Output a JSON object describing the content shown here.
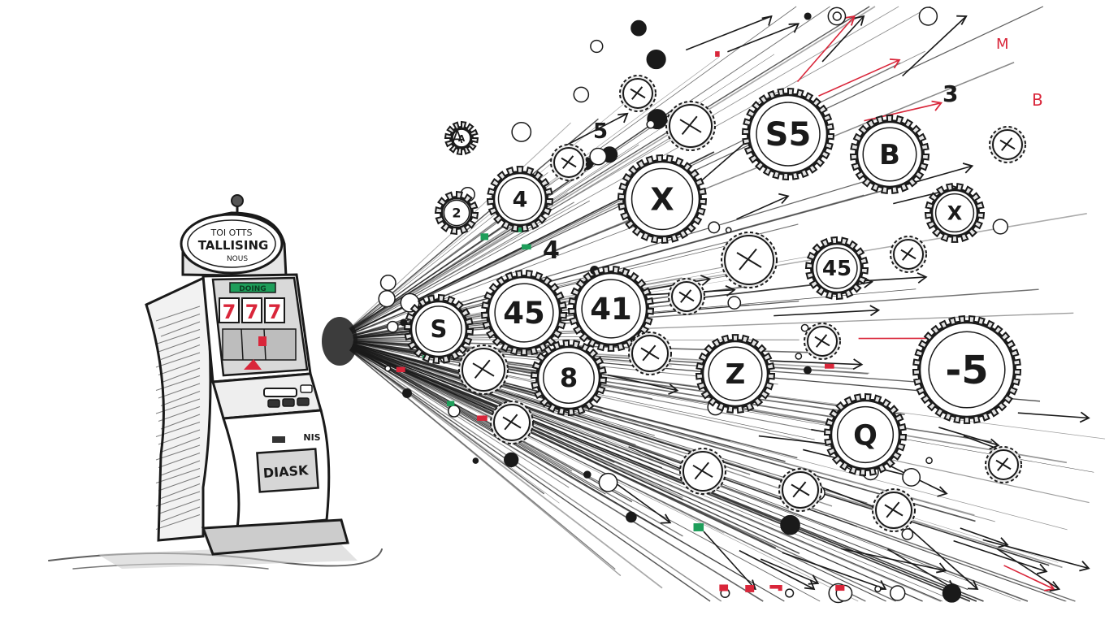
{
  "machine": {
    "top_sign_line1": "TOI OTTS",
    "top_sign_line2": "TALLISING",
    "top_sign_line3": "NOUS",
    "display_label": "DOING",
    "reels": [
      "7",
      "7",
      "7"
    ],
    "lower_label": "DIASK",
    "side_tag": "NIS"
  },
  "coins": [
    {
      "label": "S5"
    },
    {
      "label": "B"
    },
    {
      "label": "X"
    },
    {
      "label": "45"
    },
    {
      "label": "41"
    },
    {
      "label": "Z"
    },
    {
      "label": "-5"
    },
    {
      "label": "X"
    },
    {
      "label": "4"
    },
    {
      "label": "Q"
    },
    {
      "label": "S"
    },
    {
      "label": "2"
    },
    {
      "label": "A"
    },
    {
      "label": "8"
    },
    {
      "label": "45"
    }
  ],
  "loose_glyphs": [
    "5",
    "3",
    "A",
    "B",
    "M",
    "4"
  ],
  "colors": {
    "ink": "#1a1a1a",
    "accent_red": "#d9263a",
    "accent_green": "#1e9e5a",
    "paper": "#ffffff"
  }
}
